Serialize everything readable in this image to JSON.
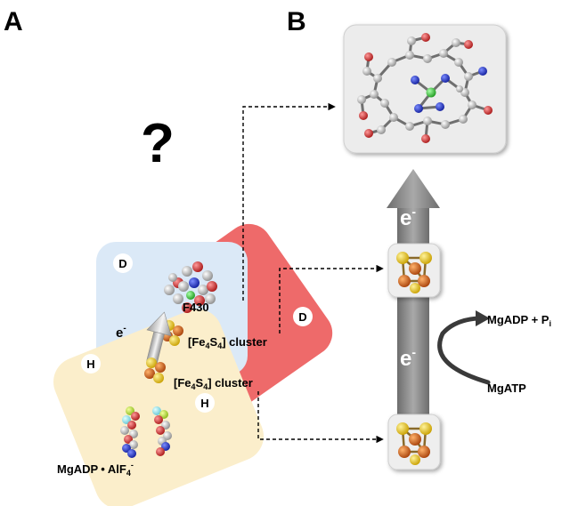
{
  "panel_a": {
    "letter": "A",
    "question_mark": "?",
    "domain_label_top": "D",
    "domain_label_right": "D",
    "domain_label_left": "H",
    "domain_label_inner": "H",
    "electron_label": "e",
    "electron_sup": "-",
    "cofactor_label": "F430",
    "cluster_top": {
      "pre": "[Fe",
      "sub1": "4",
      "mid": "S",
      "sub2": "4",
      "post": "] cluster"
    },
    "cluster_bottom": {
      "pre": "[Fe",
      "sub1": "4",
      "mid": "S",
      "sub2": "4",
      "post": "] cluster"
    },
    "nucleotide": {
      "pre": "MgADP",
      "bullet": "•",
      "mid": " AlF",
      "sub": "4",
      "sup": "-"
    },
    "colors": {
      "domain_d_blue": "#dbe9f7",
      "domain_d_red": "#ee6a6a",
      "domain_h_yellow": "#fbeecb"
    }
  },
  "panel_b": {
    "letter": "B",
    "electron_top": "e",
    "electron_top_sup": "-",
    "electron_mid": "e",
    "electron_mid_sup": "-",
    "product_label": {
      "pre": "MgADP + P",
      "sub": "i"
    },
    "substrate_label": "MgATP",
    "colors": {
      "arrow_gray": "#8c8c8c",
      "box_fill": "#eeeeee"
    }
  }
}
